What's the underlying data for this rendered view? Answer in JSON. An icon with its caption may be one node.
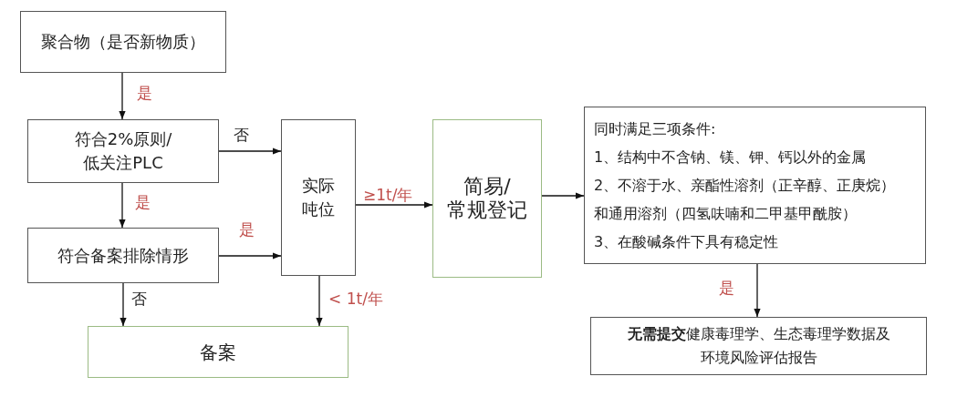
{
  "diagram": {
    "nodes": [
      {
        "text": [
          "聚合物（是否新物质）"
        ]
      },
      {
        "text": [
          "符合2%原则/低关注PLC"
        ]
      },
      {
        "text": [
          "符合备案排除情形"
        ]
      },
      {
        "text": [
          "实际吨位"
        ]
      },
      {
        "text": [
          "备案"
        ]
      },
      {
        "text": [
          "简易/常规登记"
        ]
      },
      {
        "text": [
          "同时满足三项条件:",
          "1、结构中不含钠、镁、钾、钙以外的金属",
          "2、不溶于水、亲酯性溶剂（正辛醇、正庚烷）和通用溶剂（四氢呋喃和二甲基甲酰胺）",
          "3、在酸碱条件下具有稳定性"
        ]
      },
      {
        "text": [
          "**无需提交**健康毒理学、生态毒理学数据及环境风险评估报告"
        ]
      }
    ],
    "edges": [
      {
        "from": 0,
        "to": 1,
        "arrow": "to",
        "label": "是"
      },
      {
        "from": 1,
        "to": 3,
        "arrow": "to",
        "label": "否"
      },
      {
        "from": 1,
        "to": 2,
        "arrow": "to",
        "label": "是"
      },
      {
        "from": 2,
        "to": 3,
        "arrow": "to",
        "label": "是"
      },
      {
        "from": 2,
        "to": 4,
        "arrow": "to",
        "label": "否"
      },
      {
        "from": 3,
        "to": 4,
        "arrow": "to",
        "label": "< 1t/年"
      },
      {
        "from": 3,
        "to": 5,
        "arrow": "to",
        "label": "≥1t/年"
      },
      {
        "from": 5,
        "to": 6,
        "arrow": "to"
      },
      {
        "from": 6,
        "to": 7,
        "arrow": "to",
        "label": "是"
      }
    ]
  }
}
